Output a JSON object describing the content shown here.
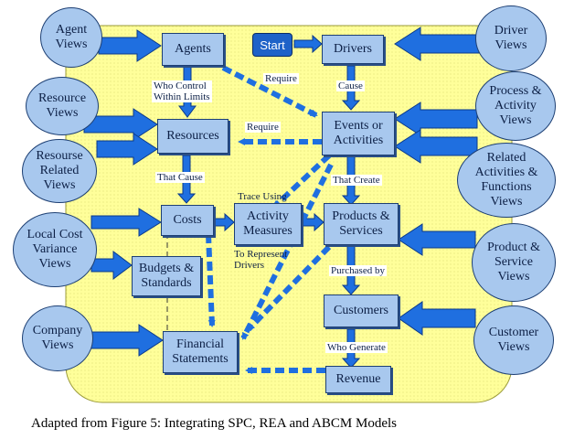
{
  "nodes": {
    "agents": "Agents",
    "drivers": "Drivers",
    "resources": "Resources",
    "events": "Events or\nActivities",
    "costs": "Costs",
    "activity_measures": "Activity\nMeasures",
    "products": "Products &\nServices",
    "budgets": "Budgets &\nStandards",
    "customers": "Customers",
    "financial": "Financial\nStatements",
    "revenue": "Revenue",
    "start": "Start"
  },
  "views": {
    "agent_views": "Agent\nViews",
    "resource_views": "Resource\nViews",
    "resourse_related_views": "Resourse\nRelated\nViews",
    "local_cost_views": "Local Cost\nVariance\nViews",
    "company_views": "Company\nViews",
    "driver_views": "Driver\nViews",
    "process_views": "Process &\nActivity\nViews",
    "related_activities_views": "Related\nActivities &\nFunctions\nViews",
    "product_service_views": "Product &\nService\nViews",
    "customer_views": "Customer\nViews"
  },
  "labels": {
    "require_top": "Require",
    "require_mid": "Require",
    "who_control": "Who Control\nWithin Limits",
    "cause": "Cause",
    "that_cause": "That Cause",
    "that_create": "That Create",
    "trace_using": "Trace Using",
    "to_represent": "To Represent\nDrivers",
    "purchased_by": "Purchased by",
    "who_generate": "Who Generate"
  },
  "caption": "Adapted from Figure 5: Integrating SPC, REA and ABCM Models",
  "colors": {
    "background_region": "#ffff9a",
    "box_fill": "#a8c8ee",
    "box_border": "#1d3f73",
    "arrow_fill": "#1f6fe0",
    "start_fill": "#1e62c8"
  }
}
